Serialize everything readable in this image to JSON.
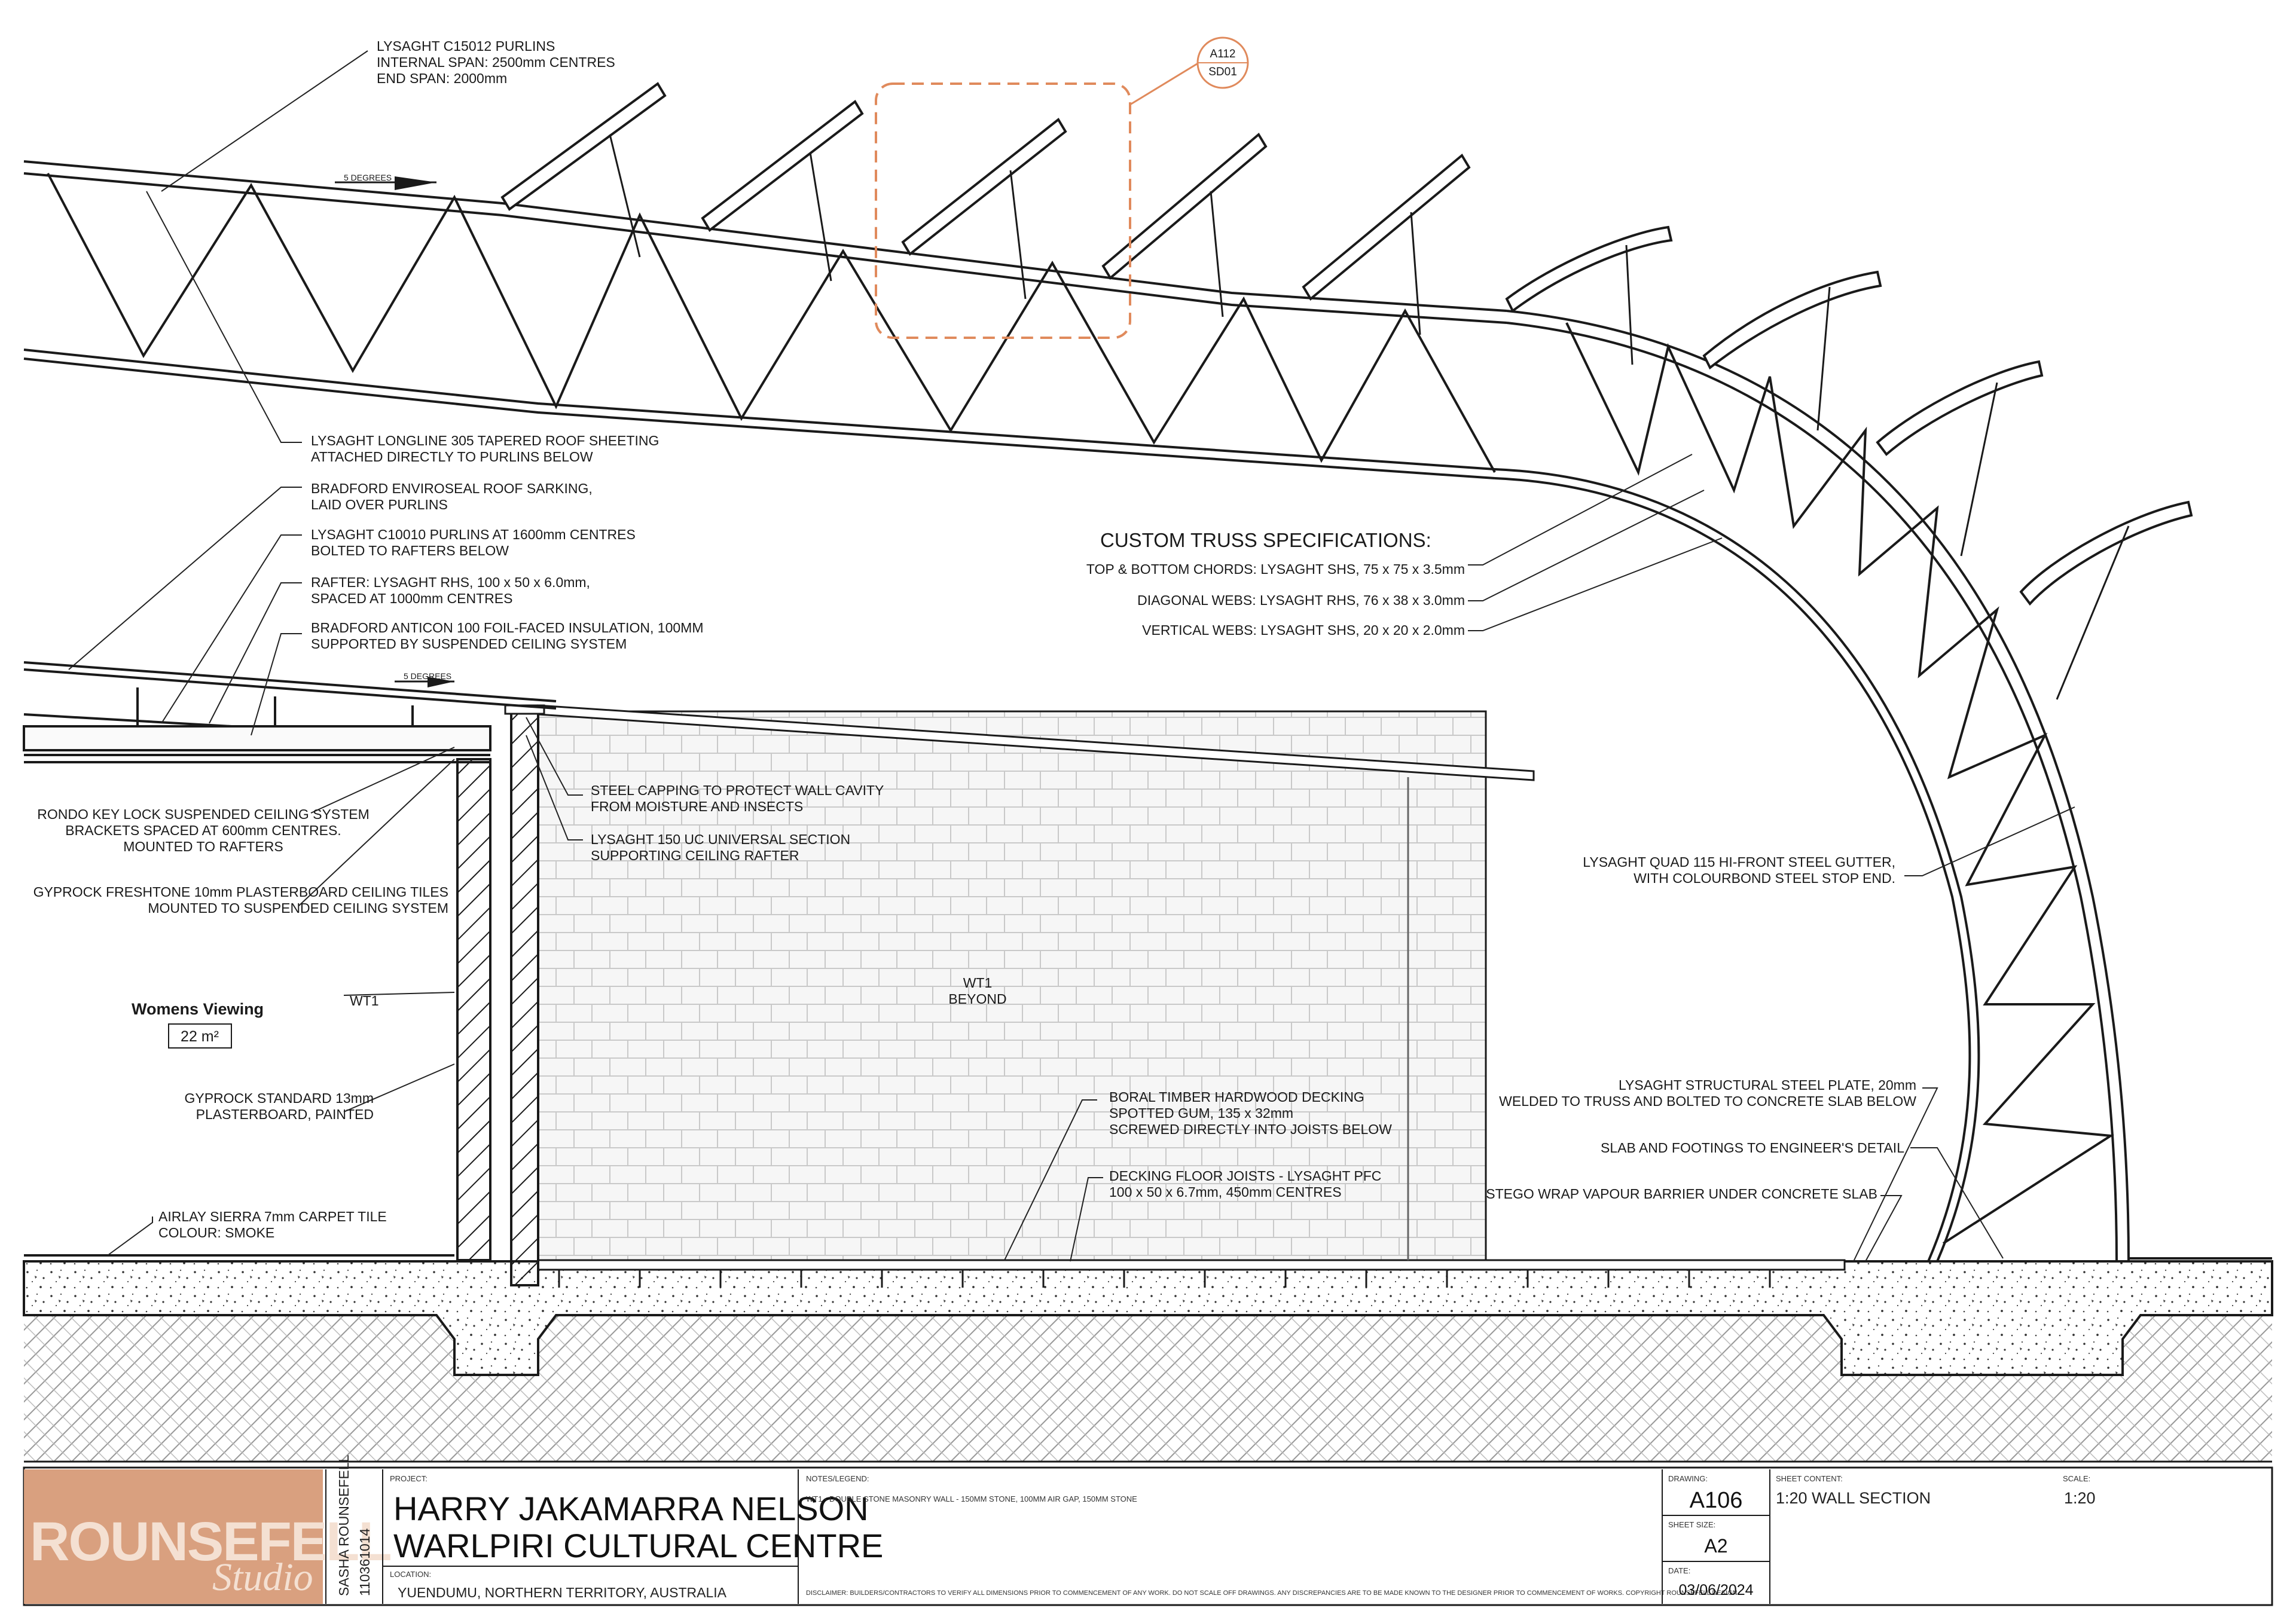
{
  "annotations": {
    "purlins_top": [
      "LYSAGHT C15012 PURLINS",
      "INTERNAL SPAN: 2500mm CENTRES",
      "END SPAN: 2000mm"
    ],
    "roof_sheeting": [
      "LYSAGHT LONGLINE 305 TAPERED ROOF SHEETING",
      "ATTACHED DIRECTLY TO PURLINS BELOW"
    ],
    "sarking": [
      "BRADFORD ENVIROSEAL ROOF SARKING,",
      "LAID OVER PURLINS"
    ],
    "purlins_c10010": [
      "LYSAGHT C10010 PURLINS AT 1600mm CENTRES",
      "BOLTED TO RAFTERS BELOW"
    ],
    "rafter": [
      "RAFTER: LYSAGHT RHS, 100 x 50 x 6.0mm,",
      "SPACED AT  1000mm CENTRES"
    ],
    "insulation": [
      "BRADFORD ANTICON 100 FOIL-FACED INSULATION, 100MM",
      "SUPPORTED BY SUSPENDED CEILING SYSTEM"
    ],
    "ceiling_system": [
      "RONDO KEY LOCK SUSPENDED CEILING SYSTEM",
      "BRACKETS SPACED AT 600mm CENTRES.",
      "MOUNTED TO RAFTERS"
    ],
    "ceiling_tiles": [
      "GYPROCK FRESHTONE 10mm PLASTERBOARD CEILING TILES",
      "MOUNTED TO SUSPENDED CEILING SYSTEM"
    ],
    "wt1": "WT1",
    "plasterboard": [
      "GYPROCK STANDARD 13mm",
      "PLASTERBOARD, PAINTED"
    ],
    "carpet": [
      "AIRLAY SIERRA 7mm CARPET TILE",
      "COLOUR: SMOKE"
    ],
    "steel_capping": [
      "STEEL CAPPING TO PROTECT WALL CAVITY",
      "FROM MOISTURE AND INSECTS"
    ],
    "universal_section": [
      "LYSAGHT 150 UC UNIVERSAL SECTION",
      "SUPPORTING CEILING RAFTER"
    ],
    "wt1_beyond": [
      "WT1",
      "BEYOND"
    ],
    "decking": [
      "BORAL TIMBER HARDWOOD DECKING",
      "SPOTTED GUM, 135 x 32mm",
      "SCREWED DIRECTLY INTO JOISTS BELOW"
    ],
    "joists": [
      "DECKING FLOOR JOISTS - LYSAGHT PFC",
      "100 x 50 x 6.7mm, 450mm CENTRES"
    ],
    "gutter": [
      "LYSAGHT QUAD 115 HI-FRONT STEEL GUTTER,",
      "WITH COLOURBOND STEEL STOP END."
    ],
    "steel_plate": [
      "LYSAGHT STRUCTURAL STEEL PLATE, 20mm",
      "WELDED TO TRUSS AND BOLTED TO CONCRETE SLAB BELOW"
    ],
    "footings": "SLAB AND FOOTINGS TO ENGINEER'S DETAIL",
    "vapour_barrier": "STEGO WRAP VAPOUR BARRIER UNDER CONCRETE SLAB",
    "slope_1": "5 DEGREES",
    "slope_2": "5 DEGREES",
    "detail_ref_top": "A112",
    "detail_ref_bottom": "SD01"
  },
  "truss_specs": {
    "title": "CUSTOM TRUSS SPECIFICATIONS:",
    "lines": [
      "TOP & BOTTOM CHORDS: LYSAGHT SHS, 75 x 75 x 3.5mm",
      "DIAGONAL WEBS: LYSAGHT RHS, 76 x 38 x 3.0mm",
      "VERTICAL WEBS: LYSAGHT SHS, 20 x 20 x 2.0mm"
    ]
  },
  "room": {
    "name": "Womens Viewing",
    "area": "22 m²"
  },
  "title_block": {
    "brand_main": "ROUNSEFELL",
    "brand_script": "Studio",
    "designer": "SASHA ROUNSEFELL",
    "student_id": "110361014",
    "project_label": "PROJECT:",
    "project_line1": "HARRY JAKAMARRA NELSON",
    "project_line2": "WARLPIRI CULTURAL CENTRE",
    "location_label": "LOCATION:",
    "location": "YUENDUMU, NORTHERN TERRITORY, AUSTRALIA",
    "notes_label": "NOTES/LEGEND:",
    "notes": "WT1 - DOUBLE STONE MASONRY WALL - 150MM STONE, 100MM AIR GAP, 150MM STONE",
    "disclaimer": "DISCLAIMER: BUILDERS/CONTRACTORS TO VERIFY ALL DIMENSIONS PRIOR TO COMMENCEMENT OF ANY WORK. DO NOT SCALE OFF DRAWINGS. ANY DISCREPANCIES ARE TO BE MADE KNOWN TO THE DESIGNER PRIOR TO COMMENCEMENT OF WORKS. COPYRIGHT ROUNSEFELL DESIGN",
    "drawing_label": "DRAWING:",
    "drawing": "A106",
    "sheet_size_label": "SHEET SIZE:",
    "sheet_size": "A2",
    "date_label": "DATE:",
    "date": "03/06/2024",
    "sheet_content_label": "SHEET CONTENT:",
    "sheet_content": "1:20 WALL SECTION",
    "scale_label": "SCALE:",
    "scale": "1:20"
  },
  "colors": {
    "brand": "#d9a07f",
    "ink": "#1a1a1a",
    "detail_callout": "#e08a5c"
  }
}
